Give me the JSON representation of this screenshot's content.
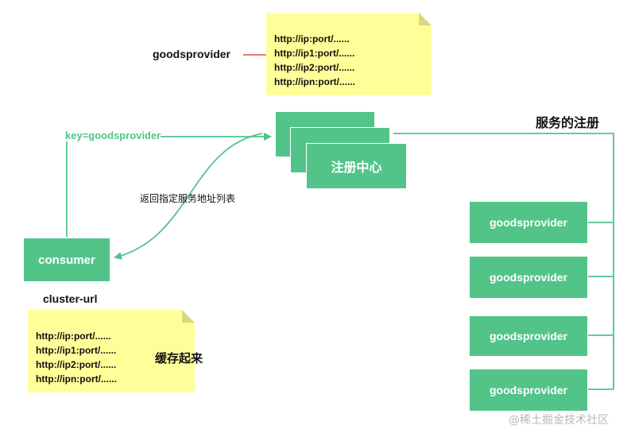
{
  "registry_note_lines": [
    "http://ip:port/......",
    "http://ip1:port/......",
    "http://ip2:port/......",
    "http://ipn:port/......"
  ],
  "cache_note_lines": [
    "http://ip:port/......",
    "http://ip1:port/......",
    "http://ip2:port/......",
    "http://ipn:port/......"
  ],
  "goodsprovider_label": "goodsprovider",
  "registry_label": "注册中心",
  "registration_label": "服务的注册",
  "consumer_label": "consumer",
  "key_label": "key=goodsprovider",
  "return_label": "返回指定服务地址列表",
  "cluster_label": "cluster-url",
  "cache_label": "缓存起来",
  "providers": [
    "goodsprovider",
    "goodsprovider",
    "goodsprovider",
    "goodsprovider"
  ],
  "watermark": "@稀土掘金技术社区",
  "colors": {
    "green": "#52c48a",
    "note": "#ffff99",
    "red": "#e05050",
    "key_text": "#52c48a"
  }
}
